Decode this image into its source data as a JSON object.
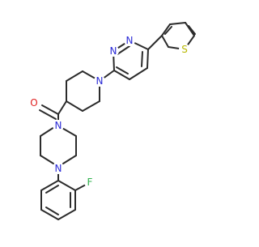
{
  "colors": {
    "background": "#ffffff",
    "bond": "#2b2b2b",
    "carbon": "#2b2b2b",
    "nitrogen": "#2a2ad6",
    "oxygen": "#e01f1f",
    "sulfur": "#b8b800",
    "fluorine": "#2db04b"
  },
  "atoms": {
    "o1": "O",
    "n_pip1": "N",
    "n_pip2": "N",
    "n_pipd": "N",
    "n_pdz1": "N",
    "n_pdz2": "N",
    "s_thio": "S",
    "f1": "F"
  }
}
